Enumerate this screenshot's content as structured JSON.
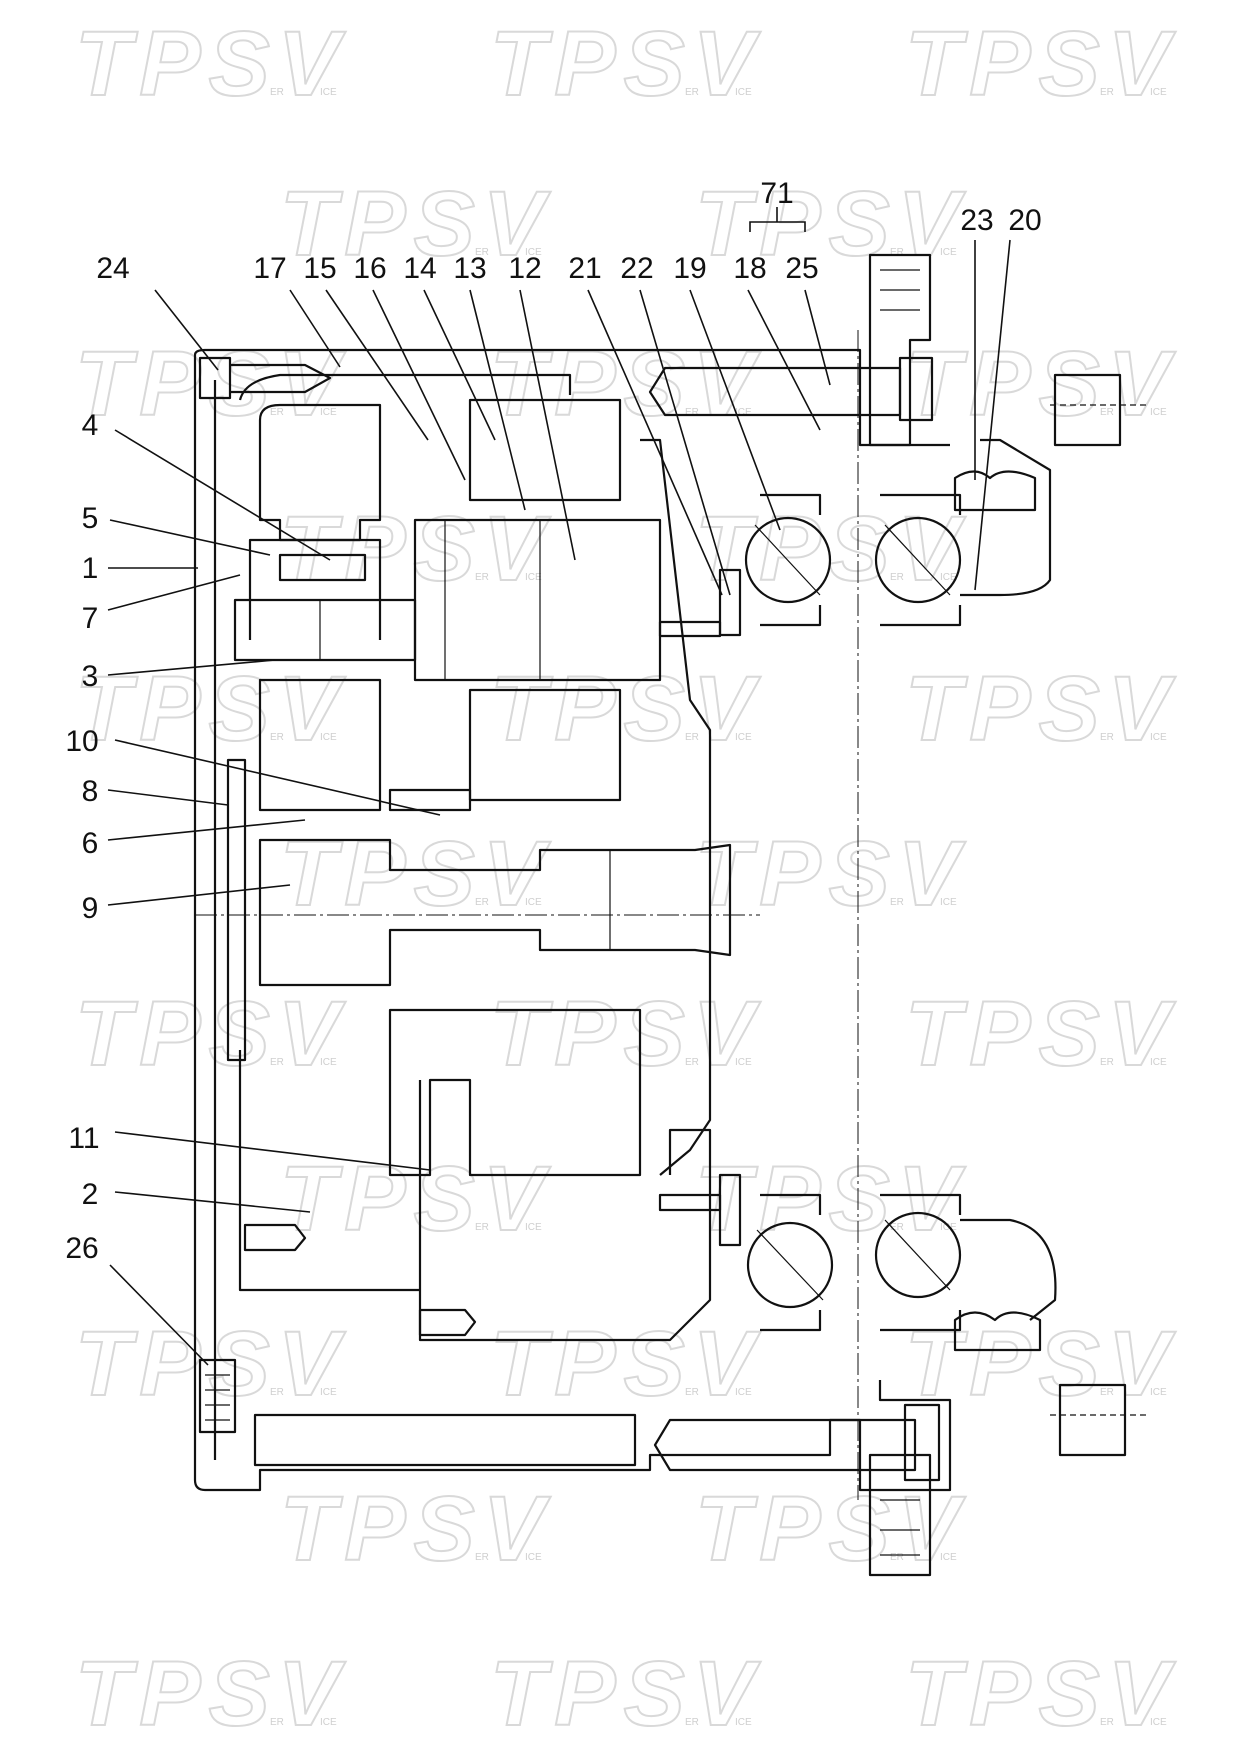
{
  "watermark": {
    "text": "TPSV",
    "sub_left": "ER",
    "sub_right": "ICE"
  },
  "labels": [
    {
      "id": "71",
      "text": "71"
    },
    {
      "id": "23",
      "text": "23"
    },
    {
      "id": "20",
      "text": "20"
    },
    {
      "id": "24",
      "text": "24"
    },
    {
      "id": "17",
      "text": "17"
    },
    {
      "id": "15",
      "text": "15"
    },
    {
      "id": "16",
      "text": "16"
    },
    {
      "id": "14",
      "text": "14"
    },
    {
      "id": "13",
      "text": "13"
    },
    {
      "id": "12",
      "text": "12"
    },
    {
      "id": "21",
      "text": "21"
    },
    {
      "id": "22",
      "text": "22"
    },
    {
      "id": "19",
      "text": "19"
    },
    {
      "id": "18",
      "text": "18"
    },
    {
      "id": "25",
      "text": "25"
    },
    {
      "id": "4",
      "text": "4"
    },
    {
      "id": "5",
      "text": "5"
    },
    {
      "id": "1",
      "text": "1"
    },
    {
      "id": "7",
      "text": "7"
    },
    {
      "id": "3",
      "text": "3"
    },
    {
      "id": "10",
      "text": "10"
    },
    {
      "id": "8",
      "text": "8"
    },
    {
      "id": "6",
      "text": "6"
    },
    {
      "id": "9",
      "text": "9"
    },
    {
      "id": "11",
      "text": "11"
    },
    {
      "id": "2",
      "text": "2"
    },
    {
      "id": "26",
      "text": "26"
    }
  ]
}
